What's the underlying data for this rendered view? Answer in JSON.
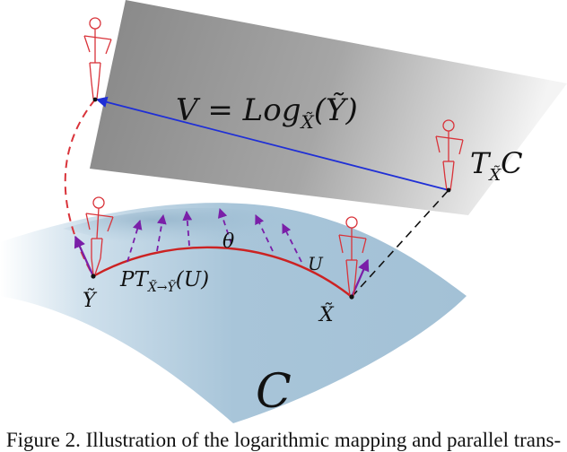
{
  "diagram": {
    "log_label": "V = Log",
    "log_sub": "X̃",
    "log_arg": "(Ỹ)",
    "tangent_label": "T",
    "tangent_sub": "X̃",
    "tangent_C": "C",
    "theta_label": "θ",
    "pt_label": "PT",
    "pt_sub": "X̃→Ỹ",
    "pt_arg": "(U)",
    "u_label": "U",
    "y_label": "Ỹ",
    "x_label": "X̃",
    "manifold_label": "C"
  },
  "colors": {
    "plane_dark": "#8c8c8c",
    "plane_light": "#f2f2f2",
    "manifold": "#a9c6d9",
    "geodesic": "#cc2222",
    "log_arrow": "#1f2fd6",
    "transport_arrows": "#7a1fa8",
    "skeleton": "#d9333a"
  },
  "caption": "Figure 2. Illustration of the logarithmic mapping and parallel trans-"
}
